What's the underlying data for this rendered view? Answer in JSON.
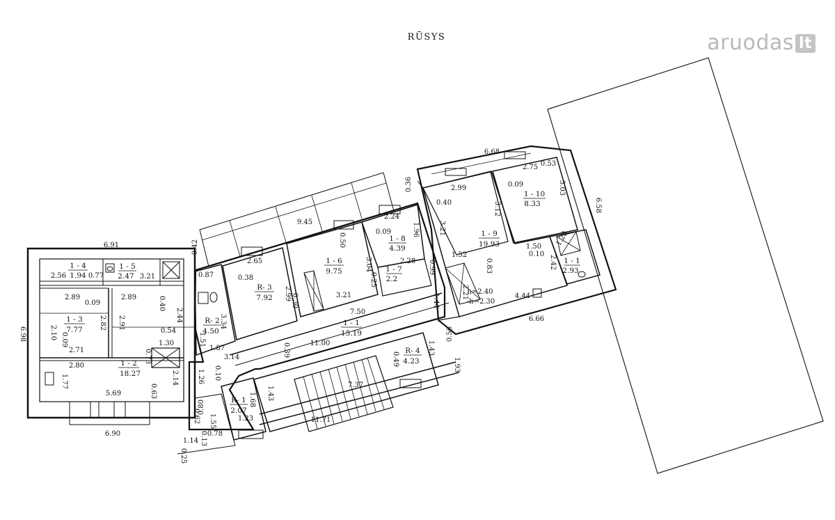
{
  "plan": {
    "title": "RŪSYS",
    "watermark": {
      "name": "aruodas",
      "tld": "lt"
    },
    "rooms": {
      "r1_1": {
        "id": "1 - 1",
        "area": "15.19"
      },
      "r1_2": {
        "id": "1 - 2",
        "area": "18.27"
      },
      "r1_3": {
        "id": "1 - 3",
        "area": "7.77"
      },
      "r1_4": {
        "id": "1 - 4",
        "area": "1.94"
      },
      "r1_5": {
        "id": "1 - 5",
        "area": "2.47"
      },
      "r1_6": {
        "id": "1 - 6",
        "area": "9.75"
      },
      "r1_7": {
        "id": "1 - 7",
        "area": "2.2"
      },
      "r1_8": {
        "id": "1 - 8",
        "area": "4.39"
      },
      "r1_9": {
        "id": "1 - 9",
        "area": "19.93"
      },
      "r1_10": {
        "id": "1 - 10",
        "area": "8.33"
      },
      "r1_11": {
        "id": "1 - 1",
        "area": "2.93"
      },
      "rR1": {
        "id": "R- 1",
        "area": "2.07"
      },
      "rR2": {
        "id": "R- 2",
        "area": "4.50"
      },
      "rR3": {
        "id": "R- 3",
        "area": "7.92"
      },
      "rR4": {
        "id": "R- 4",
        "area": "4.23"
      }
    },
    "heights": {
      "h1": "h=2.40",
      "h2": "-h=2.30"
    },
    "dims": {
      "d691": "6.91",
      "d698": "6.98",
      "d690": "6.90",
      "d256": "2.56",
      "d077": "0.77",
      "d321a": "3.21",
      "d289a": "2.89",
      "d289b": "2.89",
      "d009a": "0.09",
      "d040a": "0.40",
      "d210": "2.10",
      "d009b": "0.09",
      "d282": "2.82",
      "d291": "2.91",
      "d244": "2.44",
      "d054": "0.54",
      "d271": "2.71",
      "d130": "1.30",
      "d280": "2.80",
      "d073": "0.73",
      "d177": "1.77",
      "d214": "2.14",
      "d569": "5.69",
      "d063": "0.63",
      "d042": "0.42",
      "d087": "0.87",
      "d334": "3.34",
      "d151": "1.51",
      "d187": "1.87",
      "d314": "3.14",
      "d126": "1.26",
      "d010a": "0.10",
      "d945": "9.45",
      "d265": "2.65",
      "d038": "0.38",
      "d299": "2.99",
      "d030": "0.30",
      "d050": "0.50",
      "d304": "3.04",
      "d025": "0.25",
      "d321b": "3.21",
      "d750": "7.50",
      "d224": "2.24",
      "d009c": "0.09",
      "d196": "1.96",
      "d228": "2.28",
      "d099": "0.99",
      "d036": "0.36",
      "d668": "6.68",
      "d275": "2.75",
      "d053": "0.53",
      "d299b": "2.99",
      "d009d": "0.09",
      "d303": "3.03",
      "d040b": "0.40",
      "d312": "3.12",
      "d321c": "3.21",
      "d658": "6.58",
      "d152": "1.52",
      "d083": "0.83",
      "d150": "1.50",
      "d010b": "0.10",
      "d242": "2.42",
      "d123a": "1.23",
      "d221": "2.21",
      "d444": "4.44",
      "d144": "1.44",
      "d666": "6.66",
      "d1100": "11.00",
      "d039": "0.39",
      "d056": "0.56",
      "d143a": "1.43",
      "d049": "0.49",
      "d193": "1.93",
      "d737": "7.37",
      "d143b": "1.43",
      "d168": "1.68",
      "d123b": "1.23",
      "d1171": "11.71",
      "d080": "0.80",
      "d062": "0.62",
      "d155": "1.55",
      "d078": "0.78",
      "d114": "1.14",
      "d013": "0.13",
      "d025b": "0.25"
    }
  }
}
